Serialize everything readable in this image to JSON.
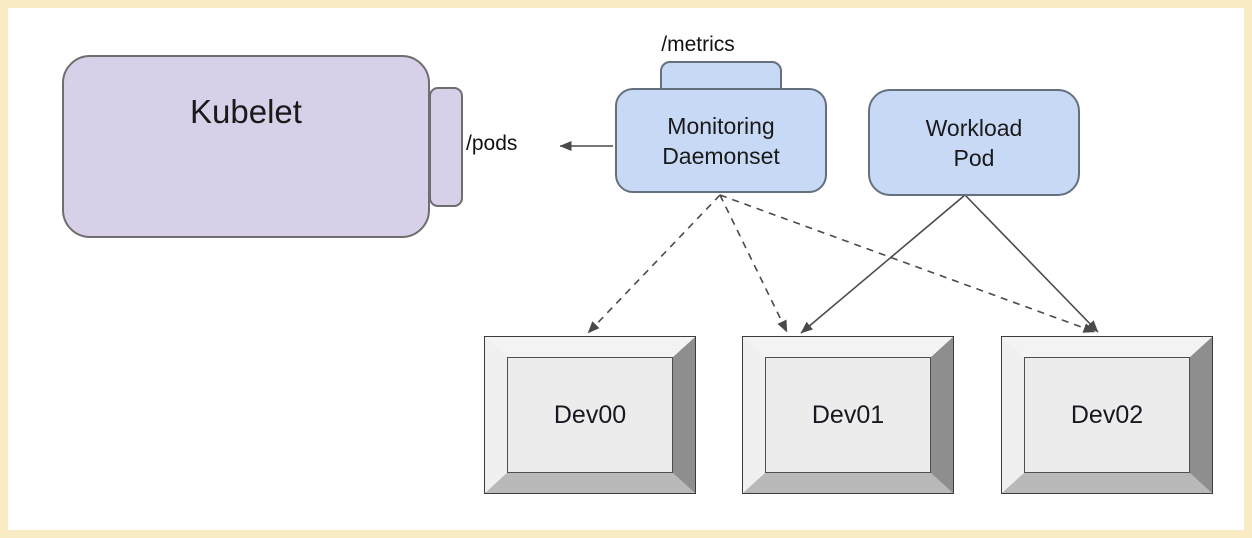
{
  "diagram": {
    "title": "Kubelet monitoring daemonset device diagram",
    "nodes": {
      "kubelet": {
        "label": "Kubelet",
        "fill": "#d8d0e8",
        "shape": "rounded-rect-with-side-tab"
      },
      "monitoring_daemonset": {
        "label": "Monitoring\nDaemonset",
        "fill": "#c8d9f6",
        "shape": "rounded-rect-with-top-tab"
      },
      "workload_pod": {
        "label": "Workload\nPod",
        "fill": "#c8d9f6",
        "shape": "rounded-rect"
      },
      "dev00": {
        "label": "Dev00",
        "shape": "beveled-3d-box"
      },
      "dev01": {
        "label": "Dev01",
        "shape": "beveled-3d-box"
      },
      "dev02": {
        "label": "Dev02",
        "shape": "beveled-3d-box"
      }
    },
    "endpoint_labels": {
      "pods": "/pods",
      "metrics": "/metrics"
    },
    "edges": [
      {
        "from": "Monitoring Daemonset",
        "to": "Kubelet /pods",
        "style": "solid",
        "arrow": "end"
      },
      {
        "from": "Monitoring Daemonset",
        "to": "Dev00",
        "style": "dashed",
        "arrow": "end"
      },
      {
        "from": "Monitoring Daemonset",
        "to": "Dev01",
        "style": "dashed",
        "arrow": "end"
      },
      {
        "from": "Monitoring Daemonset",
        "to": "Dev02",
        "style": "dashed",
        "arrow": "end"
      },
      {
        "from": "Workload Pod",
        "to": "Dev01",
        "style": "solid",
        "arrow": "end"
      },
      {
        "from": "Workload Pod",
        "to": "Dev02",
        "style": "solid",
        "arrow": "end"
      }
    ],
    "colors": {
      "frame_border": "#f9ecc4",
      "background": "#ffffff",
      "kubelet_fill": "#d8d0e8",
      "pod_fill": "#c8d9f6",
      "node_border": "#65707f",
      "arrow": "#4a4a4a",
      "device_face": "#ececec",
      "device_bevel_light": "#f3f3f3",
      "device_bevel_right": "#8e8e8e",
      "device_bevel_bottom": "#b9b9b9"
    }
  }
}
